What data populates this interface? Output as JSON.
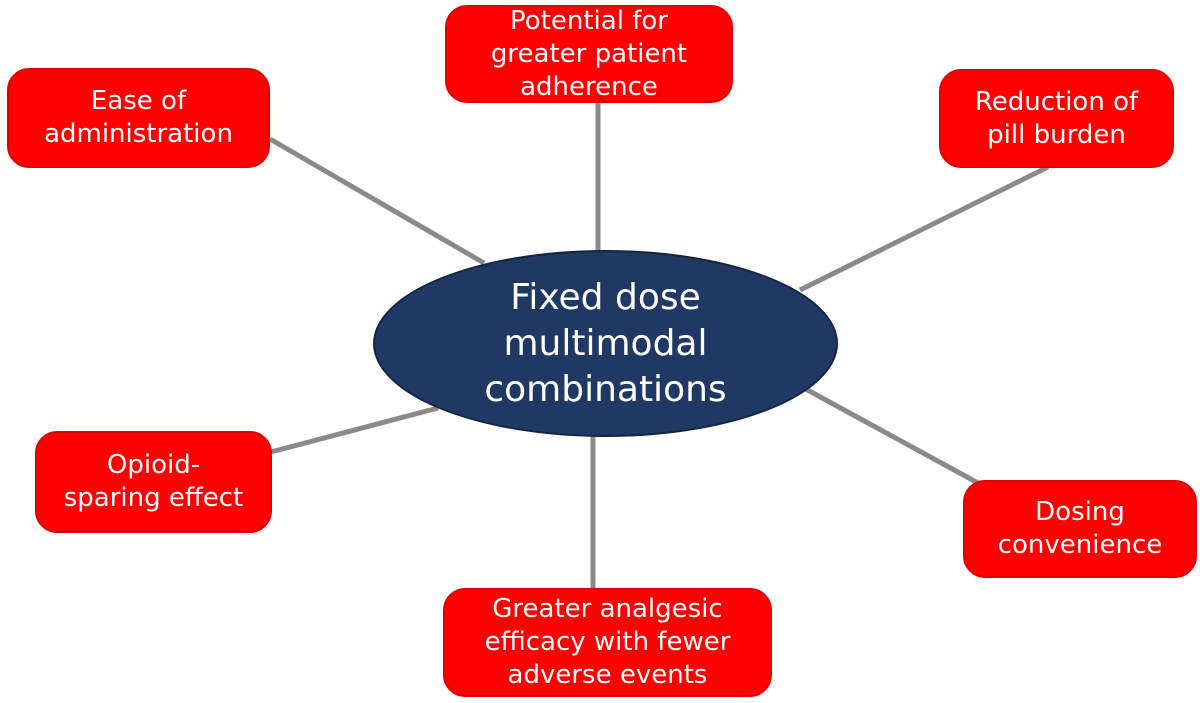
{
  "figure": {
    "type": "spider-diagram",
    "center_node": {
      "id": "fixed-dose-multimodal-combinations",
      "lines": [
        "Fixed dose",
        "multimodal",
        "combinations"
      ],
      "full_text": "Fixed dose multimodal combinations"
    },
    "nodes": [
      {
        "id": "potential-adherence",
        "position": "top",
        "lines": [
          "Potential for",
          "greater patient",
          "adherence"
        ],
        "full_text": "Potential for greater patient adherence"
      },
      {
        "id": "ease-of-administration",
        "position": "top-left",
        "lines": [
          "Ease of",
          "administration"
        ],
        "full_text": "Ease of administration"
      },
      {
        "id": "reduction-of-pill-burden",
        "position": "top-right",
        "lines": [
          "Reduction of",
          "pill burden"
        ],
        "full_text": "Reduction of pill burden"
      },
      {
        "id": "opioid-sparing-effect",
        "position": "left",
        "lines": [
          "Opioid-",
          "sparing effect"
        ],
        "full_text": "Opioid-sparing effect"
      },
      {
        "id": "dosing-convenience",
        "position": "right",
        "lines": [
          "Dosing",
          "convenience"
        ],
        "full_text": "Dosing convenience"
      },
      {
        "id": "greater-analgesic-efficacy",
        "position": "bottom",
        "lines": [
          "Greater analgesic",
          "efficacy with fewer",
          "adverse events"
        ],
        "full_text": "Greater analgesic efficacy with fewer adverse events"
      }
    ]
  },
  "theme": {
    "background": "#FFFFFF",
    "node-fill": "#FE0000",
    "node-border": "#E00000",
    "center-fill": "#1F3864",
    "center-border": "#16253F",
    "connector-color": "#8A8A8A",
    "text-color": "#FFFFFF"
  }
}
